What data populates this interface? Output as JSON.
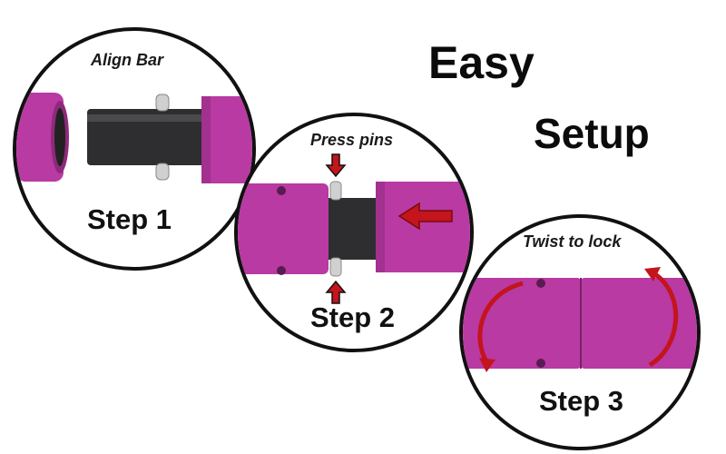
{
  "headline": {
    "line1": "Easy",
    "line2": "Setup"
  },
  "steps": [
    {
      "caption": "Align Bar",
      "label": "Step 1"
    },
    {
      "caption": "Press pins",
      "label": "Step 2"
    },
    {
      "caption": "Twist to lock",
      "label": "Step 3"
    }
  ],
  "colors": {
    "foam": "#b83aa2",
    "foam_dark": "#8e2a7c",
    "bar": "#2e2e30",
    "arrow": "#c4141c",
    "outline": "#111111"
  }
}
